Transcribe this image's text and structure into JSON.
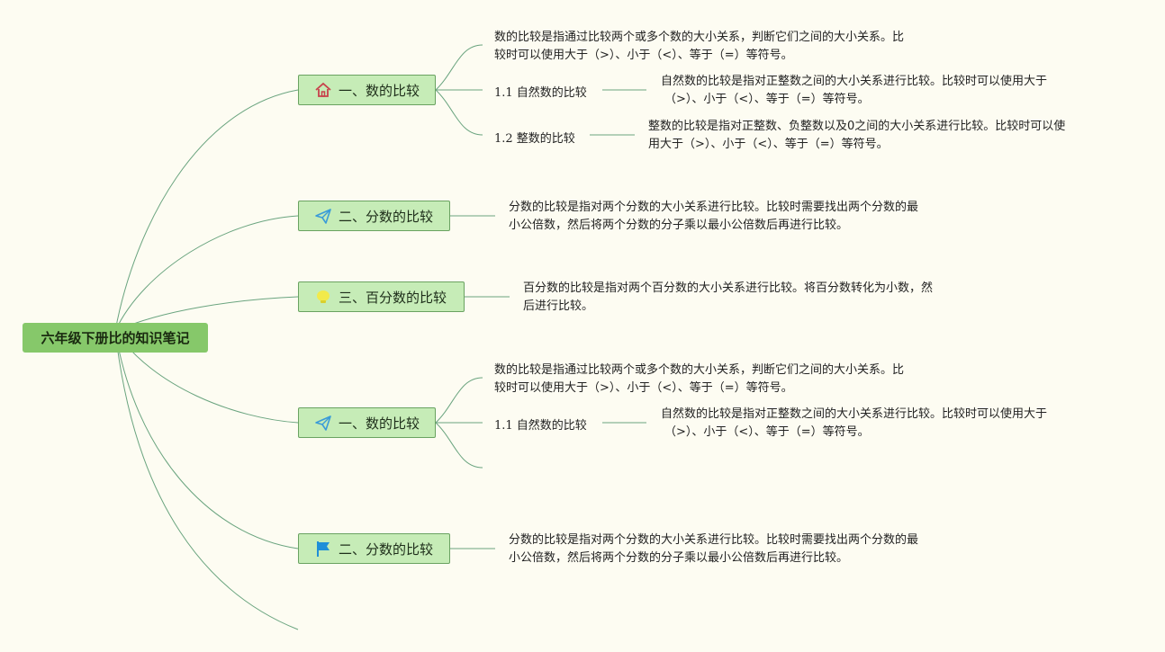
{
  "root": {
    "label": "六年级下册比的知识笔记"
  },
  "branches": [
    {
      "label": "一、数的比较",
      "icon": "house-icon",
      "note": [
        "数的比较是指通过比较两个或多个数的大小关系，判断它们之间的大小关系。比",
        "较时可以使用大于（>）、小于（<）、等于（=）等符号。"
      ],
      "subs": [
        {
          "label": "1.1 自然数的比较",
          "note": [
            "自然数的比较是指对正整数之间的大小关系进行比较。比较时可以使用大于",
            "（>）、小于（<）、等于（=）等符号。"
          ]
        },
        {
          "label": "1.2 整数的比较",
          "note": [
            "整数的比较是指对正整数、负整数以及0之间的大小关系进行比较。比较时可以使",
            "用大于（>）、小于（<）、等于（=）等符号。"
          ]
        }
      ]
    },
    {
      "label": "二、分数的比较",
      "icon": "paper-plane-icon",
      "note": [
        "分数的比较是指对两个分数的大小关系进行比较。比较时需要找出两个分数的最",
        "小公倍数，然后将两个分数的分子乘以最小公倍数后再进行比较。"
      ]
    },
    {
      "label": "三、百分数的比较",
      "icon": "lightbulb-icon",
      "note": [
        "百分数的比较是指对两个百分数的大小关系进行比较。将百分数转化为小数，然",
        "后进行比较。"
      ]
    },
    {
      "label": "一、数的比较",
      "icon": "paper-plane-icon",
      "note": [
        "数的比较是指通过比较两个或多个数的大小关系，判断它们之间的大小关系。比",
        "较时可以使用大于（>）、小于（<）、等于（=）等符号。"
      ],
      "subs": [
        {
          "label": "1.1 自然数的比较",
          "note": [
            "自然数的比较是指对正整数之间的大小关系进行比较。比较时可以使用大于",
            "（>）、小于（<）、等于（=）等符号。"
          ]
        }
      ]
    },
    {
      "label": "二、分数的比较",
      "icon": "flag-icon",
      "note": [
        "分数的比较是指对两个分数的大小关系进行比较。比较时需要找出两个分数的最",
        "小公倍数，然后将两个分数的分子乘以最小公倍数后再进行比较。"
      ]
    }
  ],
  "colors": {
    "background": "#fdfcf2",
    "root_fill": "#86c86a",
    "branch_fill": "#c6ecb7",
    "branch_border": "#6aa261",
    "link": "#6aa47f"
  }
}
